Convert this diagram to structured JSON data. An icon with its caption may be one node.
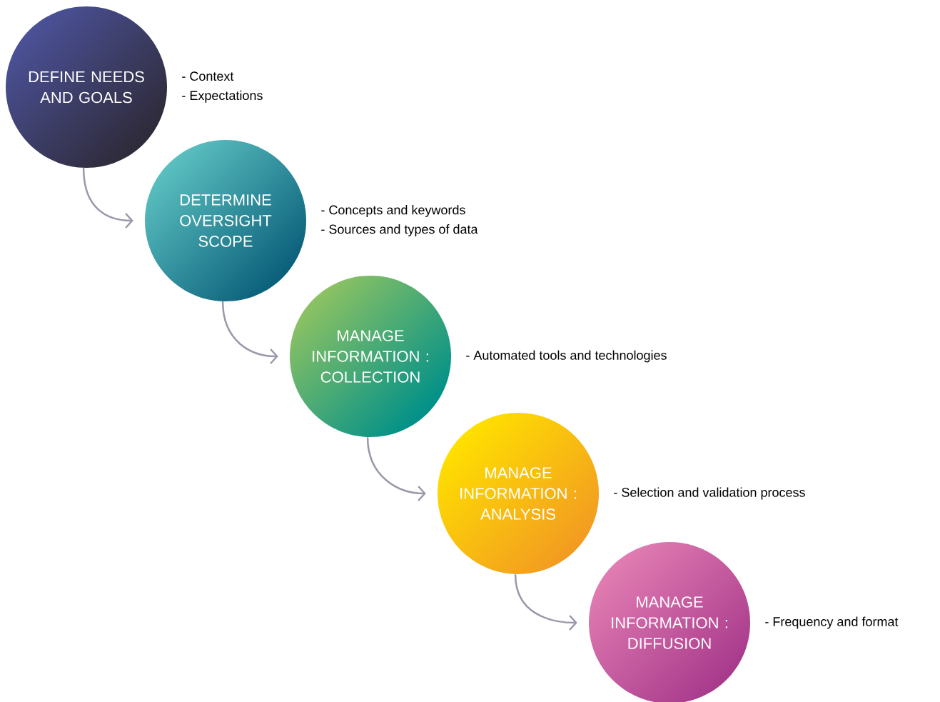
{
  "diagram": {
    "nodes": [
      {
        "text": [
          "DEFINE NEEDS AND GOALS"
        ],
        "beside": [
          "- Context",
          "- Expectations"
        ]
      },
      {
        "text": [
          "DETERMINE OVERSIGHT SCOPE"
        ],
        "beside": [
          "- Concepts and keywords",
          "- Sources and types of data"
        ]
      },
      {
        "text": [
          "MANAGE INFORMATION : COLLECTION"
        ],
        "beside": [
          "- Automated tools and technologies"
        ]
      },
      {
        "text": [
          "MANAGE INFORMATION : ANALYSIS"
        ],
        "beside": [
          "- Selection and validation process"
        ]
      },
      {
        "text": [
          "MANAGE INFORMATION : DIFFUSION"
        ],
        "beside": [
          "- Frequency and format"
        ]
      }
    ],
    "edges": [
      {
        "from": 0,
        "to": 1,
        "arrow": "to"
      },
      {
        "from": 1,
        "to": 2,
        "arrow": "to"
      },
      {
        "from": 2,
        "to": 3,
        "arrow": "to"
      },
      {
        "from": 3,
        "to": 4,
        "arrow": "to"
      }
    ]
  }
}
